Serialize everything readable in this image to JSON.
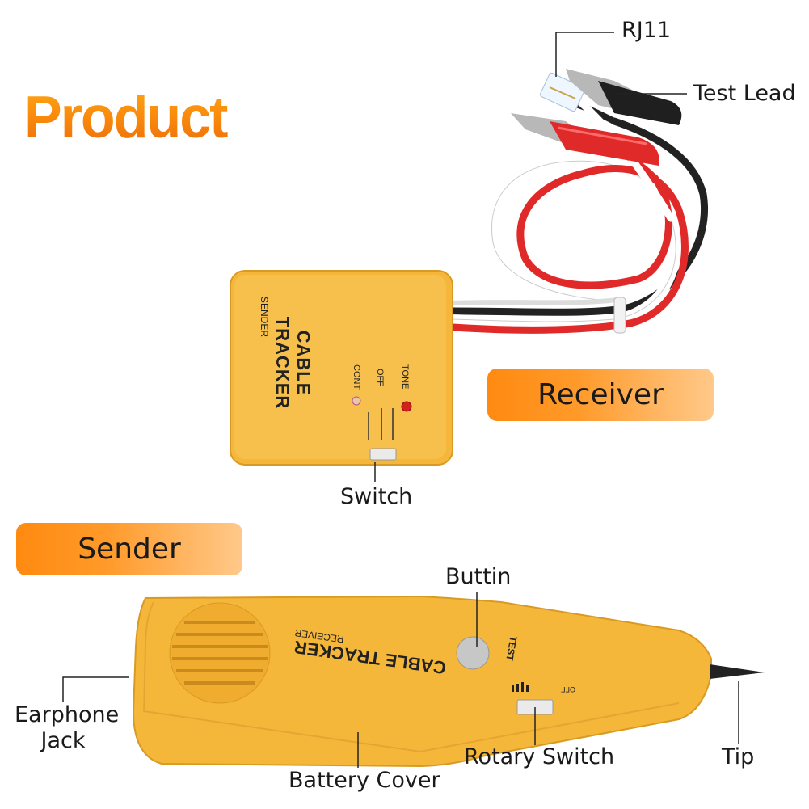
{
  "title": "Product Structure",
  "pills": {
    "receiver": "Receiver",
    "sender": "Sender"
  },
  "callouts": {
    "rj11": "RJ11",
    "test_lead": "Test Lead",
    "switch": "Switch",
    "buttin": "Buttin",
    "earphone_jack_line1": "Earphone",
    "earphone_jack_line2": "Jack",
    "rotary_switch": "Rotary Switch",
    "tip": "Tip",
    "battery_cover": "Battery Cover"
  },
  "sender_box": {
    "brand": "CABLE TRACKER",
    "model": "SENDER",
    "led_cont": "CONT",
    "led_off": "OFF",
    "led_tone": "TONE"
  },
  "receiver_probe": {
    "brand": "CABLE TRACKER",
    "model": "RECEIVER",
    "test": "TEST",
    "off": "OFF"
  },
  "colors": {
    "device_yellow": "#f5b73a",
    "title_orange": "#f98a0c",
    "pill_orange": "#ff8a10"
  }
}
